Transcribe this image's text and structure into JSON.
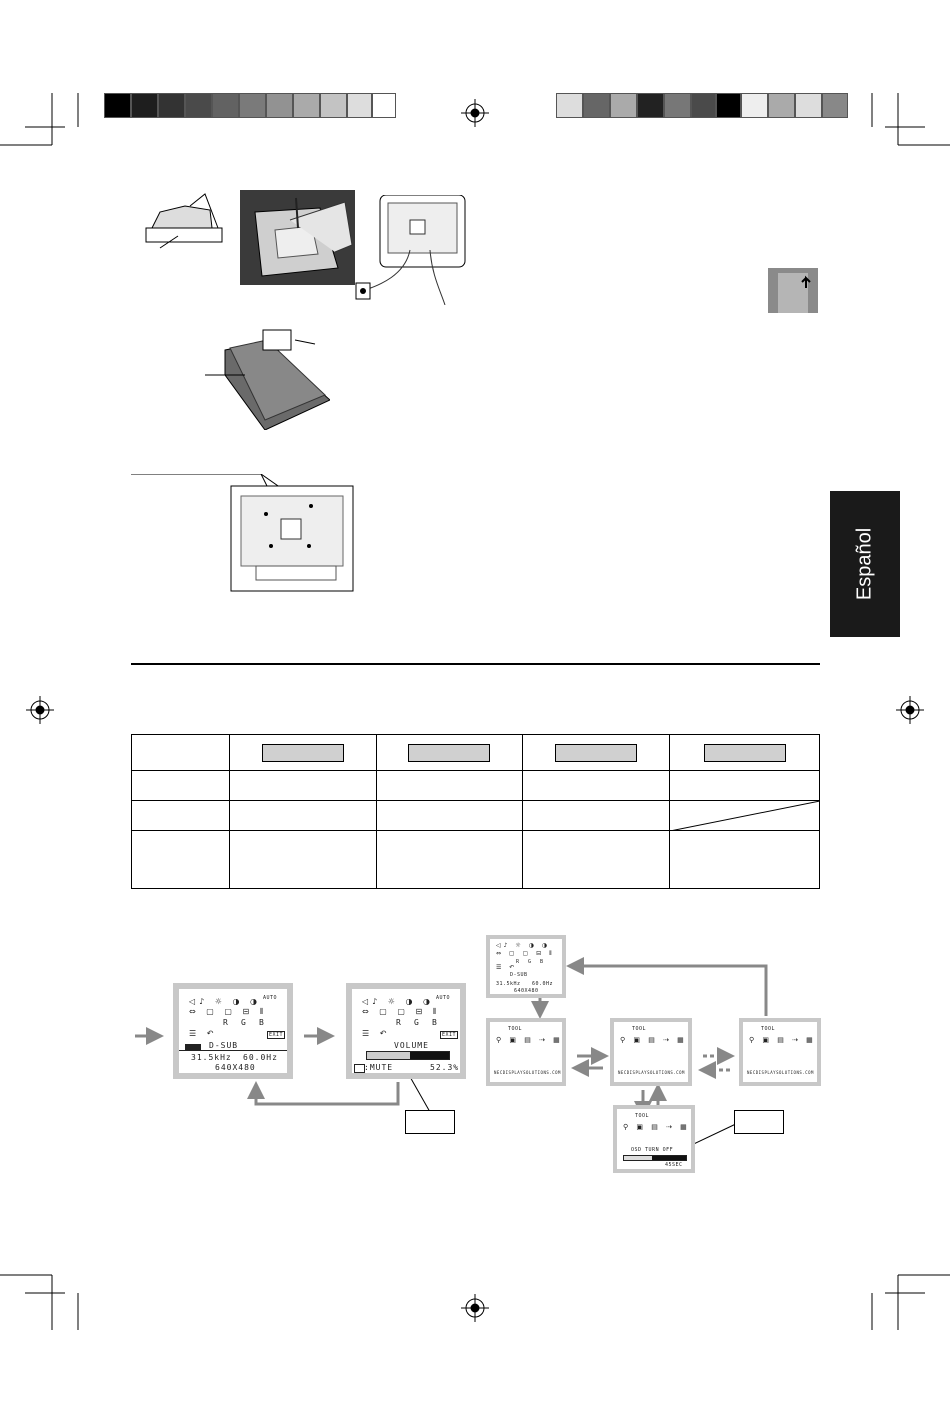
{
  "side_tab": {
    "label": "Español"
  },
  "osd_main": {
    "input": "D-SUB",
    "hfreq": "31.5kHz",
    "vfreq": "60.0Hz",
    "resolution": "640X480",
    "rgb": [
      "R",
      "G",
      "B"
    ],
    "auto_label": "AUTO",
    "exit_label": "EXIT"
  },
  "osd_volume": {
    "title": "VOLUME",
    "mute_label": ":MUTE",
    "value": "52.3%",
    "level": 0.523
  },
  "osd_tool": {
    "title": "TOOL",
    "url": "NECDISPLAYSOLUTIONS.COM",
    "turn_off_label": "OSD TURN OFF",
    "seconds": "45SEC"
  },
  "colors": {
    "osd_frame": "#c8c8c8",
    "arrow": "#888888",
    "header_box": "#d0d0d0",
    "tab": "#1a1a1a"
  }
}
